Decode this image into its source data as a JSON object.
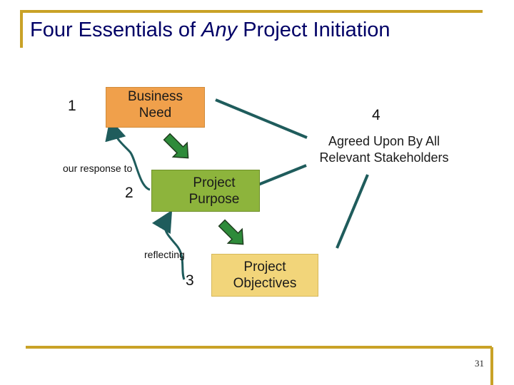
{
  "slide": {
    "title_pre": "Four Essentials of ",
    "title_em": "Any",
    "title_post": " Project Initiation",
    "page_number": "31"
  },
  "diagram": {
    "boxes": {
      "business_need": "Business\nNeed",
      "project_purpose": "Project\nPurpose",
      "project_objectives": "Project\nObjectives"
    },
    "numbers": {
      "one": "1",
      "two": "2",
      "three": "3",
      "four": "4"
    },
    "labels": {
      "our_response_to": "our response to",
      "reflecting": "reflecting",
      "agreed": "Agreed Upon By All\nRelevant Stakeholders"
    },
    "colors": {
      "business_need_fill": "#F0A04B",
      "project_purpose_fill": "#8DB43C",
      "project_objectives_fill": "#F2D57A",
      "arrow_fill": "#2E8B3A",
      "title_text": "#000066",
      "rule": "#C9A227",
      "connector": "#1f5c5c"
    }
  }
}
